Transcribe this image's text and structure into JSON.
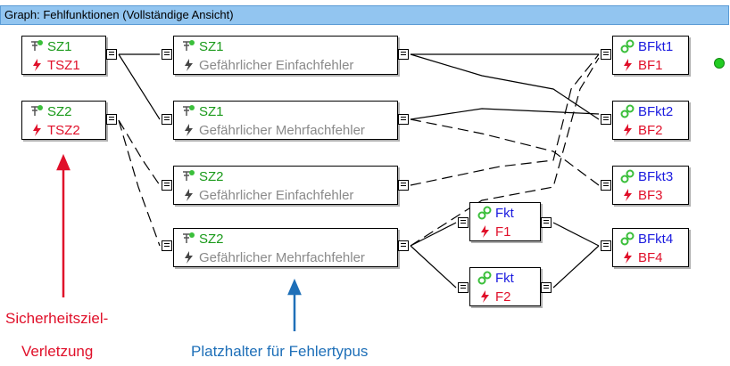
{
  "window": {
    "title": "Graph: Fehlfunktionen (Vollständige Ansicht)"
  },
  "nodes": {
    "sz1": {
      "label": "SZ1",
      "sub": "TSZ1"
    },
    "sz2": {
      "label": "SZ2",
      "sub": "TSZ2"
    },
    "sz1e": {
      "label": "SZ1",
      "sub": "Gefährlicher Einfachfehler"
    },
    "sz1m": {
      "label": "SZ1",
      "sub": "Gefährlicher Mehrfachfehler"
    },
    "sz2e": {
      "label": "SZ2",
      "sub": "Gefährlicher Einfachfehler"
    },
    "sz2m": {
      "label": "SZ2",
      "sub": "Gefährlicher Mehrfachfehler"
    },
    "f1": {
      "label": "Fkt",
      "sub": "F1"
    },
    "f2": {
      "label": "Fkt",
      "sub": "F2"
    },
    "b1": {
      "label": "BFkt1",
      "sub": "BF1"
    },
    "b2": {
      "label": "BFkt2",
      "sub": "BF2"
    },
    "b3": {
      "label": "BFkt3",
      "sub": "BF3"
    },
    "b4": {
      "label": "BFkt4",
      "sub": "BF4"
    }
  },
  "annotations": {
    "left_line1": "Sicherheitsziel-",
    "left_line2": "Verletzung",
    "bottom": "Platzhalter für Fehlertypus"
  },
  "colors": {
    "goal": "#1a9a1a",
    "fault": "#e0102a",
    "function": "#1a1adf",
    "placeholder": "#8a8a8a",
    "arrow_left": "#e0102a",
    "arrow_bottom": "#1e6fb8",
    "status": "#22cc22"
  }
}
